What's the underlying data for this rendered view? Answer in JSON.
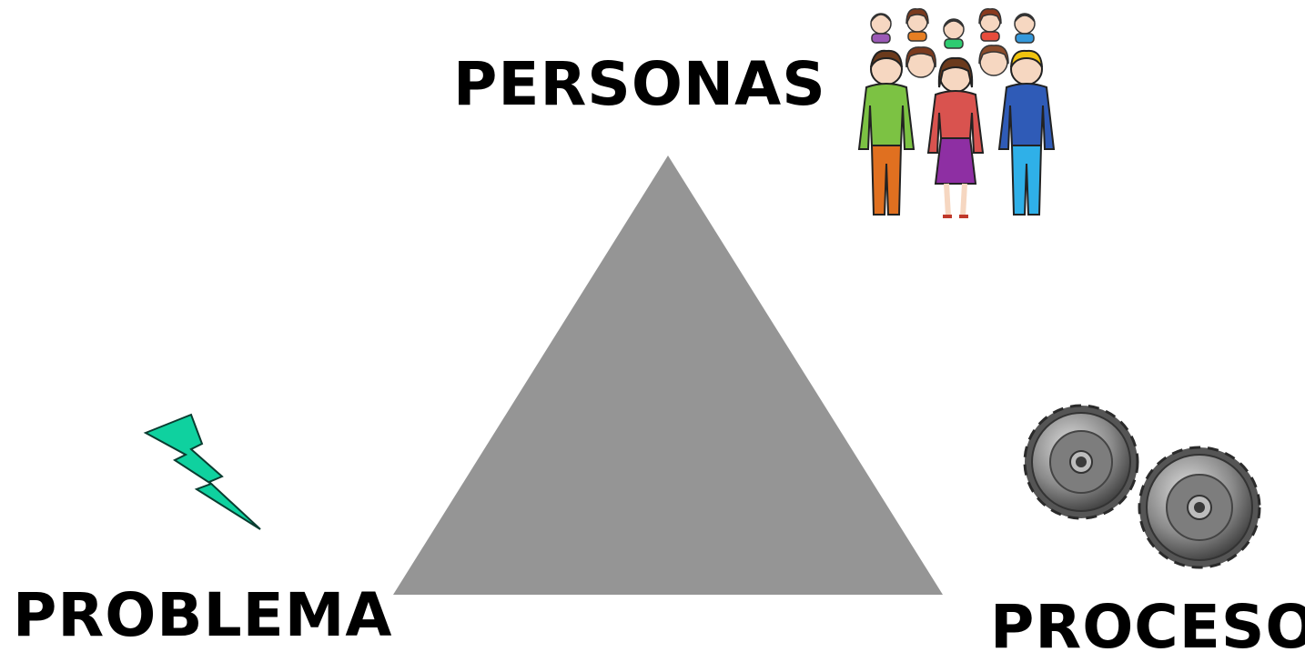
{
  "labels": {
    "top": "PERSONAS",
    "bottom_left": "PROBLEMA",
    "bottom_right": "PROCESO"
  },
  "colors": {
    "triangle": "#959595",
    "bolt": "#0fd19f",
    "gear": "#8a8a8a"
  },
  "icons": {
    "top": "people-group-icon",
    "bottom_left": "lightning-bolt-icon",
    "bottom_right": "gears-icon"
  }
}
